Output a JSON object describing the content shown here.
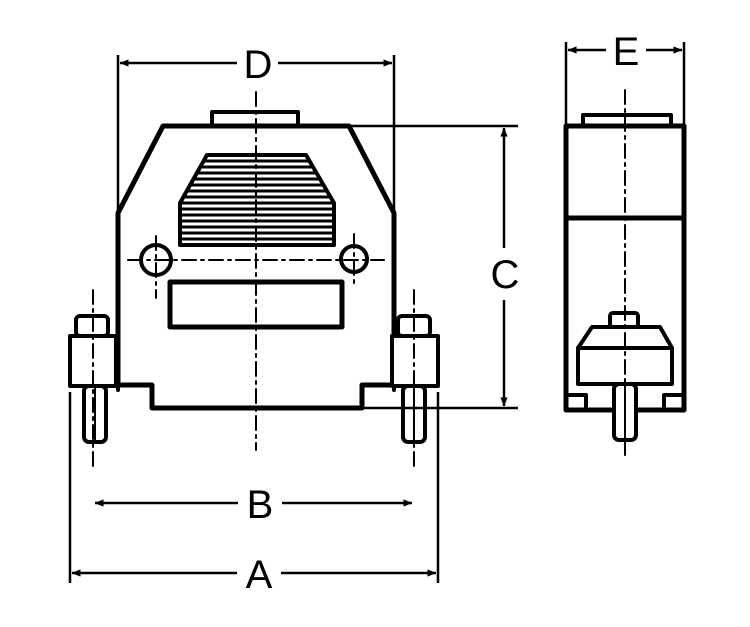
{
  "colors": {
    "ink": "#000000",
    "paper": "#ffffff"
  },
  "labels": {
    "A": "A",
    "B": "B",
    "C": "C",
    "D": "D",
    "E": "E"
  }
}
